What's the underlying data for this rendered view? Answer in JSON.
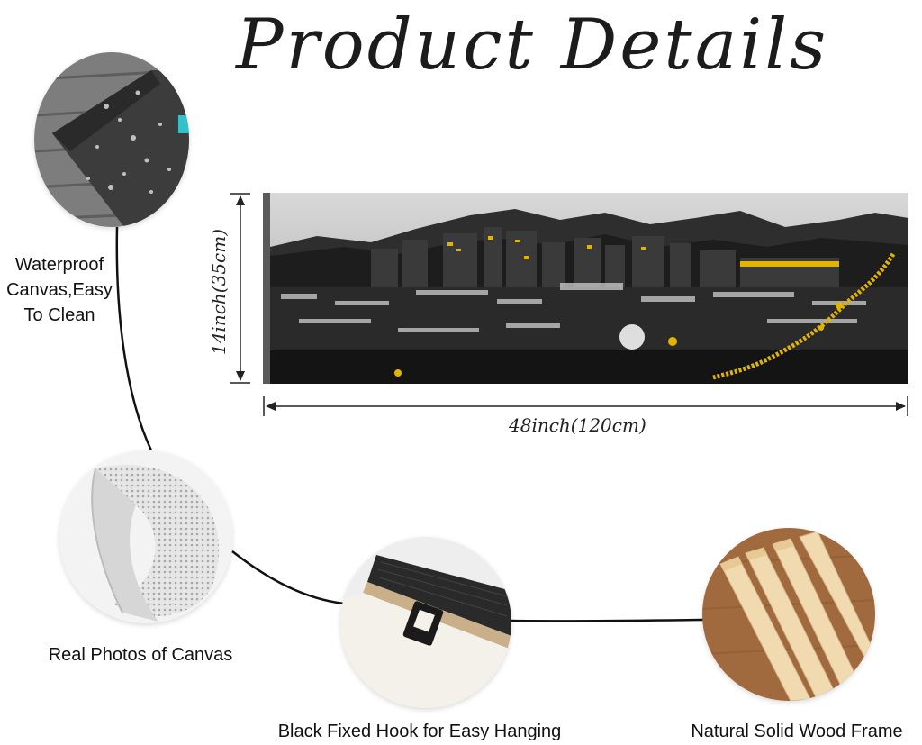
{
  "page": {
    "title": "Product Details"
  },
  "dimensions": {
    "height_label": "14inch(35cm)",
    "width_label": "48inch(120cm)"
  },
  "features": {
    "waterproof": "Waterproof Canvas,Easy To Clean",
    "waterproof_lines": [
      "Waterproof",
      "Canvas,Easy",
      "To Clean"
    ],
    "real_photos": "Real Photos of Canvas",
    "hook": "Black Fixed Hook for Easy Hanging",
    "frame": "Natural Solid Wood Frame"
  },
  "colors": {
    "accent_yellow": "#e2b400",
    "text_dark": "#1c1c1c",
    "line_black": "#111111"
  }
}
